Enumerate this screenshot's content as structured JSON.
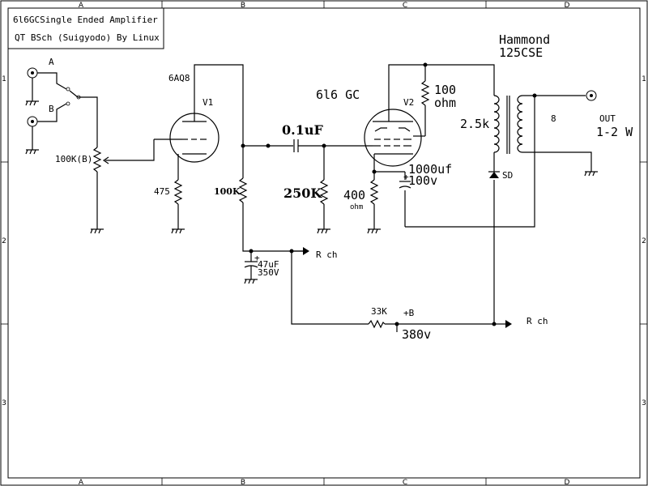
{
  "title_block": {
    "title": "6l6GCSingle Ended Amplifier",
    "subtitle": "QT BSch (Suigyodo) By Linux"
  },
  "grid": {
    "columns": [
      "A",
      "B",
      "C",
      "D"
    ],
    "rows": [
      "1",
      "2",
      "3"
    ]
  },
  "inputs": {
    "input_a": "A",
    "input_b": "B",
    "volume_pot": "100K(B)"
  },
  "stage1": {
    "tube_type": "6AQ8",
    "tube_ref": "V1",
    "cathode_resistor": "475",
    "plate_resistor": "100K",
    "coupling_cap": "0.1uF",
    "grid_resistor": "250K"
  },
  "stage2": {
    "tube_type": "6l6 GC",
    "tube_ref": "V2",
    "screen_resistor_value": "100",
    "screen_resistor_unit": "ohm",
    "cathode_resistor_value": "400",
    "cathode_resistor_unit": "ohm",
    "cathode_cap_value": "1000uf",
    "cathode_cap_voltage": "100v"
  },
  "output": {
    "transformer_brand": "Hammond",
    "transformer_model": "125CSE",
    "primary_impedance": "2.5k",
    "secondary_impedance": "8",
    "diode_label": "SD",
    "out_label": "OUT",
    "power_label": "1-2 W"
  },
  "supply": {
    "filter_cap_value": "47uF",
    "filter_cap_voltage": "350V",
    "right_channel_1": "R ch",
    "right_channel_2": "R ch",
    "dropping_resistor": "33K",
    "b_plus_label": "+B",
    "b_plus_voltage": "380v"
  }
}
